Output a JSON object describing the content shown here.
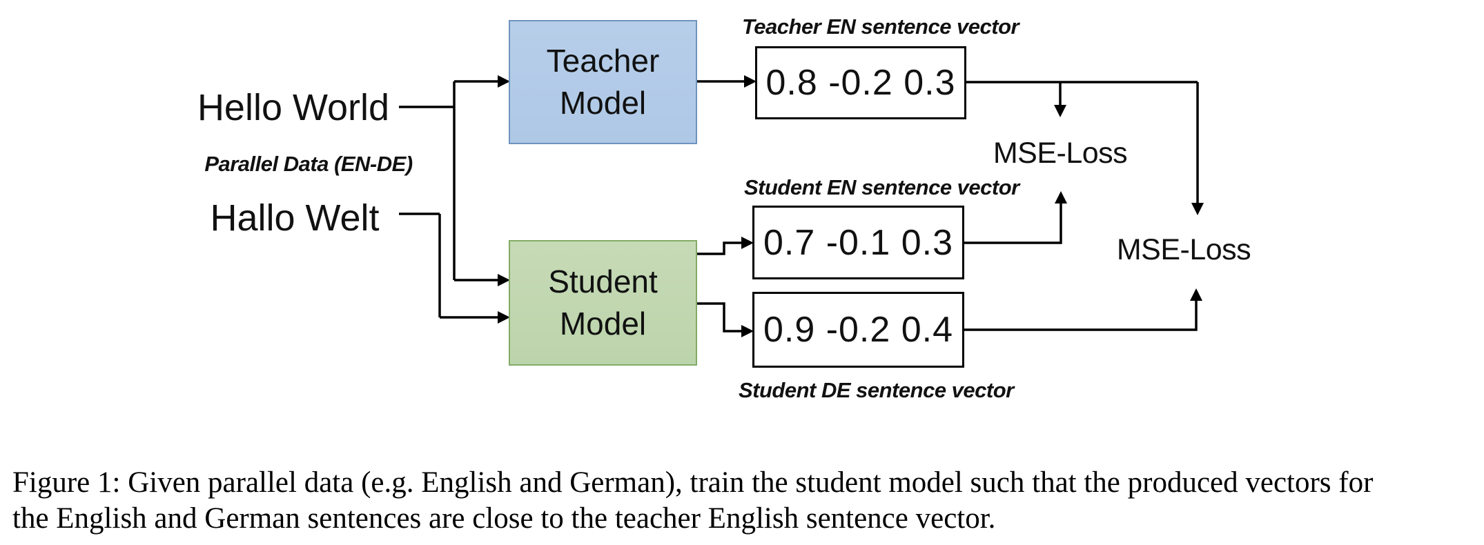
{
  "colors": {
    "teacher_fill": "#b7cee9",
    "teacher_fill2": "#aec8e6",
    "teacher_border": "#6e93be",
    "student_fill": "#c6dab6",
    "student_fill2": "#bcd4ab",
    "student_border": "#84aa66",
    "line": "#000000",
    "text": "#111111",
    "background": "#ffffff"
  },
  "diagram": {
    "inputs": {
      "english_sentence": "Hello World",
      "pair_label": "Parallel Data (EN-DE)",
      "german_sentence": "Hallo Welt"
    },
    "models": {
      "teacher": {
        "label": "Teacher\nModel"
      },
      "student": {
        "label": "Student\nModel"
      }
    },
    "vectors": {
      "teacher_en": {
        "label": "Teacher EN sentence vector",
        "value": "0.8 -0.2 0.3"
      },
      "student_en": {
        "label": "Student EN sentence vector",
        "value": "0.7 -0.1 0.3"
      },
      "student_de": {
        "label": "Student DE sentence vector",
        "value": "0.9 -0.2 0.4"
      }
    },
    "losses": {
      "loss_en": "MSE-Loss",
      "loss_de": "MSE-Loss"
    }
  },
  "caption": {
    "line1": "Figure 1: Given parallel data (e.g. English and German), train the student model such that the produced vectors for",
    "line2": "the English and German sentences are close to the teacher English sentence vector."
  }
}
